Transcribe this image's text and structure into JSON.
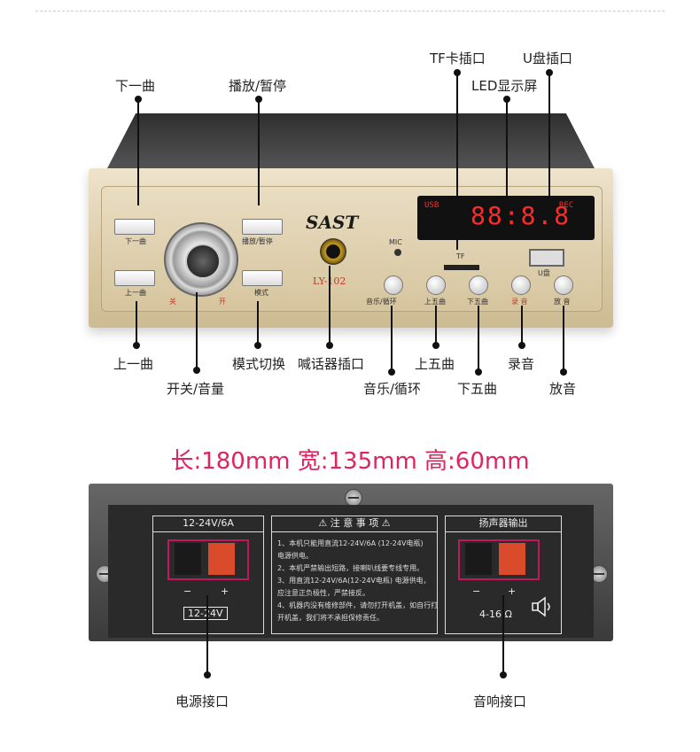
{
  "front_labels": {
    "next_track": "下一曲",
    "play_pause": "播放/暂停",
    "tf_slot": "TF卡插口",
    "usb_slot": "U盘插口",
    "led_display": "LED显示屏",
    "prev_track": "上一曲",
    "power_volume": "开关/音量",
    "mode_switch": "模式切换",
    "mic_jack": "喊话器插口",
    "music_loop": "音乐/循环",
    "prev_five": "上五曲",
    "next_five": "下五曲",
    "record": "录音",
    "playback": "放音"
  },
  "panel_text": {
    "next_btn": "下一曲",
    "prev_btn": "上一曲",
    "play_btn": "播放/暂停",
    "mode_btn": "模式",
    "off": "关",
    "on": "开",
    "brand": "SAST",
    "model": "LY-102",
    "mic": "MIC",
    "tf": "TF",
    "usb": "U盘",
    "music_loop_btn": "音乐/循环",
    "prev_five_btn": "上五曲",
    "next_five_btn": "下五曲",
    "record_btn": "录 音",
    "playback_btn": "放 音",
    "lcd_main": "88:8.8",
    "lcd_usb": "USB",
    "lcd_rec": "REC"
  },
  "dimensions": "长:180mm 宽:135mm 高:60mm",
  "back_panel": {
    "power_box_title": "12-24V/6A",
    "power_minus": "−",
    "power_plus": "+",
    "power_voltage": "12-24V",
    "notice_title": "⚠ 注 意 事 项 ⚠",
    "notice_lines": [
      "1、本机只能用直流12-24V/6A (12-24V电瓶)",
      "电源供电。",
      "2、本机严禁输出短路，接喇叭线要专线专用。",
      "3、用直流12-24V/6A(12-24V电瓶) 电源供电，",
      "应注意正负极性，严禁接反。",
      "4、机器内没有维修部件，请勿打开机盖，如自行打",
      "开机盖，我们将不承担保修责任。"
    ],
    "speaker_box_title": "扬声器输出",
    "speaker_minus": "−",
    "speaker_plus": "+",
    "impedance": "4-16 Ω"
  },
  "back_labels": {
    "power_port": "电源接口",
    "speaker_port": "音响接口"
  },
  "colors": {
    "dimension_text": "#e0245e",
    "lcd_red": "#ff2a2a",
    "frame_magenta": "#c2185b"
  }
}
